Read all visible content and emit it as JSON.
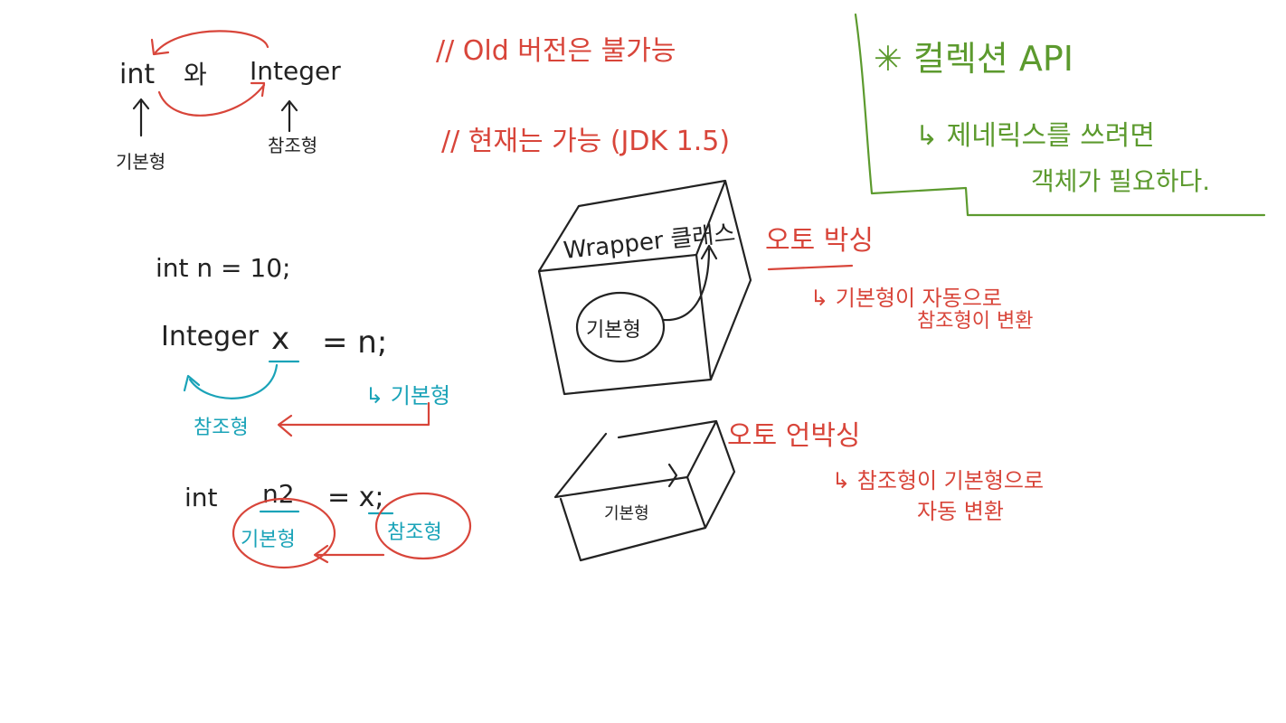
{
  "colors": {
    "background": "#ffffff",
    "ink_black": "#222222",
    "ink_red": "#d8453a",
    "ink_teal": "#1aa3b8",
    "ink_green": "#5c9a2e"
  },
  "top_left": {
    "int": "int",
    "wa": "와",
    "integer": "Integer",
    "primitive_label": "기본형",
    "reference_label": "참조형"
  },
  "version_notes": {
    "old": "// Old 버전은 불가능",
    "now": "// 현재는 가능 (JDK 1.5)"
  },
  "collection_note": {
    "title": "✳ 컬렉션 API",
    "line1": "↳ 제네릭스를 쓰려면",
    "line2": "객체가 필요하다."
  },
  "code": {
    "line1": "int n = 10;",
    "line2_type": "Integer",
    "line2_var": "x",
    "line2_rest": "= n;",
    "line2_rhs_note": "↳ 기본형",
    "line2_lhs_note": "참조형",
    "line3_type": "int",
    "line3_var": "n2",
    "line3_rest": "= x;",
    "line3_left_circle": "기본형",
    "line3_right_circle": "참조형"
  },
  "wrapper_box": {
    "label": "Wrapper 클래스",
    "inner": "기본형"
  },
  "autoboxing": {
    "title": "오토 박싱",
    "desc1": "↳ 기본형이 자동으로",
    "desc2": "참조형이 변환"
  },
  "unboxing_box": {
    "inner": "기본형"
  },
  "unboxing": {
    "title": "오토 언박싱",
    "desc1": "↳ 참조형이 기본형으로",
    "desc2": "자동 변환"
  }
}
